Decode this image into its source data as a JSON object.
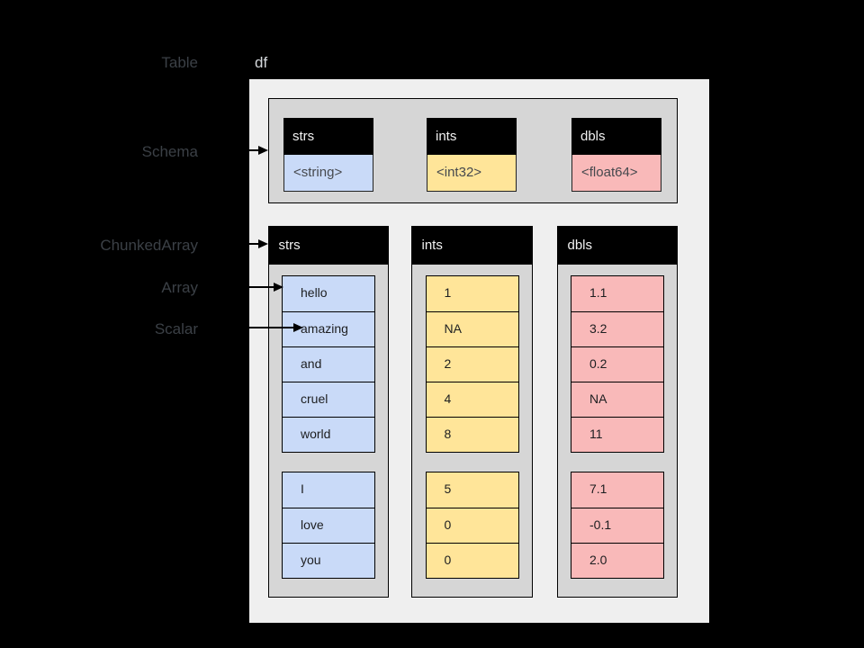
{
  "diagram": {
    "table_name": "df",
    "side_labels": {
      "table": "Table",
      "schema": "Schema",
      "chunked_array": "ChunkedArray",
      "array": "Array",
      "scalar": "Scalar"
    },
    "schema": {
      "fields": [
        {
          "name": "strs",
          "type": "<string>"
        },
        {
          "name": "ints",
          "type": "<int32>"
        },
        {
          "name": "dbls",
          "type": "<float64>"
        }
      ]
    },
    "columns": [
      {
        "name": "strs",
        "chunks": [
          [
            "hello",
            "amazing",
            "and",
            "cruel",
            "world"
          ],
          [
            "I",
            "love",
            "you"
          ]
        ]
      },
      {
        "name": "ints",
        "chunks": [
          [
            "1",
            "NA",
            "2",
            "4",
            "8"
          ],
          [
            "5",
            "0",
            "0"
          ]
        ]
      },
      {
        "name": "dbls",
        "chunks": [
          [
            "1.1",
            "3.2",
            "0.2",
            "NA",
            "11"
          ],
          [
            "7.1",
            "-0.1",
            "2.0"
          ]
        ]
      }
    ],
    "colors": {
      "string_blue": "#c9daf8",
      "int_yellow": "#ffe599",
      "float_pink": "#f9b9b9",
      "panel_gray": "#d6d6d6",
      "table_background": "#efefef",
      "header_background": "#000000",
      "page_background": "#000000"
    }
  }
}
